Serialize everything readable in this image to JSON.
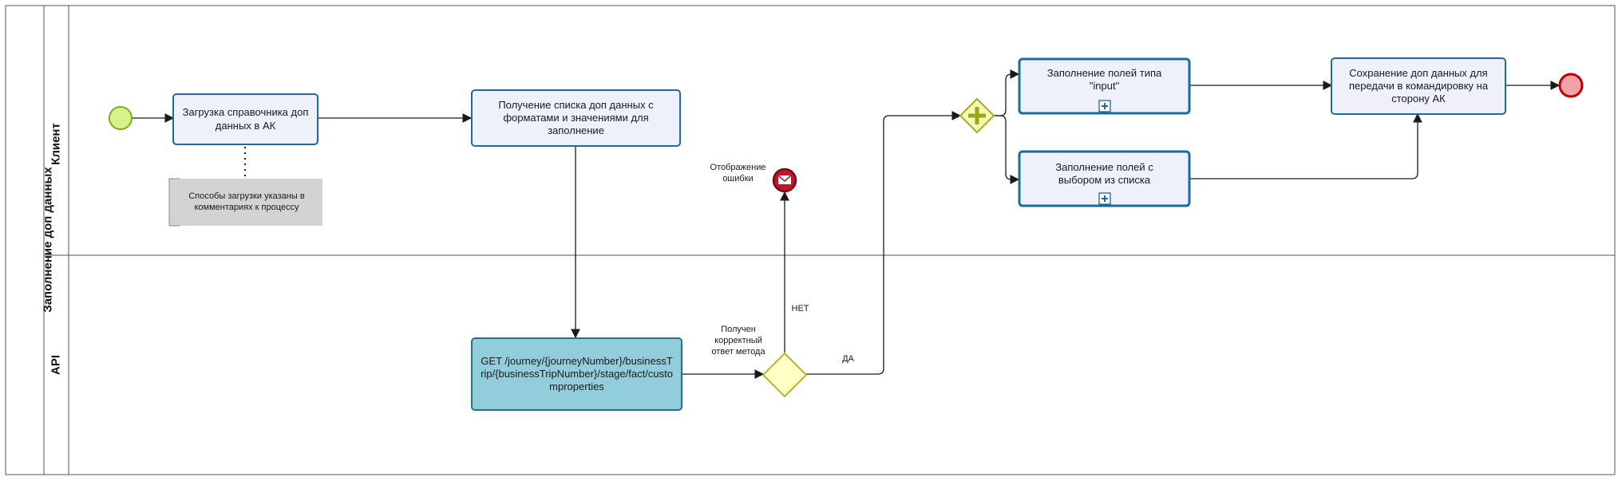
{
  "pool": {
    "title": "Заполнение доп данных"
  },
  "lanes": [
    {
      "id": "client",
      "title": "Клиент"
    },
    {
      "id": "api",
      "title": "API"
    }
  ],
  "tasks": {
    "load_catalog": "Загрузка справочника доп данных в АК",
    "get_list": "Получение списка доп данных с форматами и значениями для заполнение",
    "fill_input": "Заполнение полей типа \"input\"",
    "fill_select": "Заполнение полей с выбором из списка",
    "save_data": "Сохранение доп данных для передачи в командировку на сторону АК",
    "api_call": "GET /journey/{journeyNumber}/businessTrip/{businessTripNumber}/stage/fact/customproperties"
  },
  "annotation": {
    "text": "Способы загрузки указаны в комментариях к процессу"
  },
  "gateway": {
    "label": "Получен корректный ответ метода",
    "yes": "ДА",
    "no": "НЕТ"
  },
  "error_event": {
    "label": "Отображение ошибки"
  },
  "colors": {
    "task_fill": "#eef0fb",
    "task_stroke": "#1e6a9a",
    "api_fill": "#92cddc",
    "start_fill": "#d6f28a",
    "start_stroke": "#7fa81e",
    "end_fill": "#f3a3a8",
    "end_stroke": "#c00000",
    "error_fill": "#c0152a",
    "gateway_fill": "#ffffc6",
    "gateway_stroke": "#b5b52a",
    "annotation_fill": "#d3d3d3"
  },
  "icons": {
    "subprocess": "plus-square-icon",
    "parallel": "plus-icon",
    "error": "envelope-icon"
  }
}
